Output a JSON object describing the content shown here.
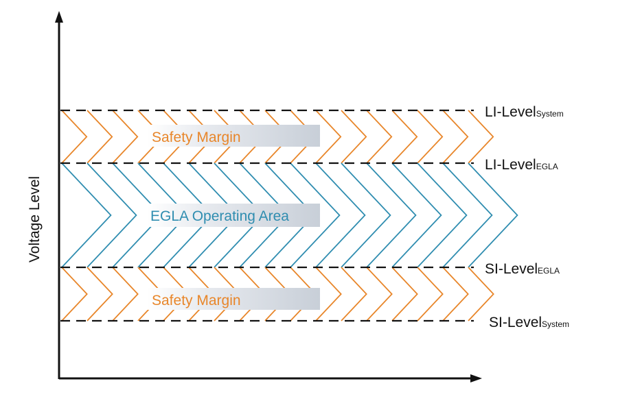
{
  "diagram": {
    "y_axis_label": "Voltage Level",
    "levels": [
      {
        "main": "LI-Level",
        "sub": "System"
      },
      {
        "main": "LI-Level",
        "sub": "EGLA"
      },
      {
        "main": "SI-Level",
        "sub": "EGLA"
      },
      {
        "main": "SI-Level",
        "sub": "System"
      }
    ],
    "areas": {
      "upper_margin": "Safety Margin",
      "operating": "EGLA Operating Area",
      "lower_margin": "Safety Margin"
    },
    "colors": {
      "margin": "#e8862a",
      "operating": "#2f8db0",
      "line": "#111111",
      "label_box": "#d3d8df"
    }
  }
}
